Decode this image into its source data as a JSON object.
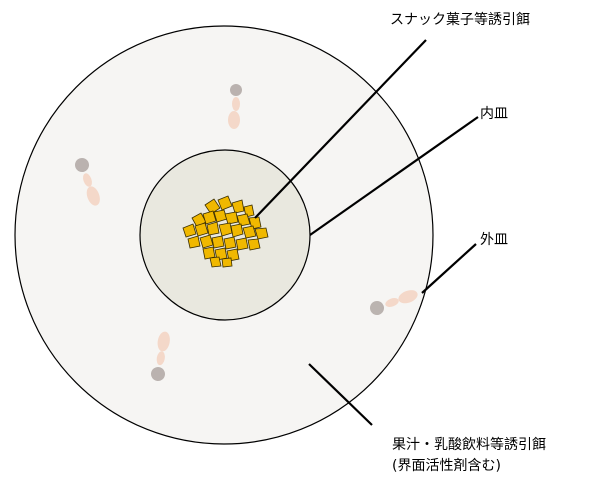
{
  "labels": {
    "snack_bait": "スナック菓子等誘引餌",
    "inner_dish": "内皿",
    "outer_dish": "外皿",
    "juice_bait": "果汁・乳酸飲料等誘引餌",
    "juice_bait_note": "(界面活性剤含む)"
  },
  "colors": {
    "outer_dish_fill": "#f6f5f3",
    "inner_dish_fill": "#e9e8df",
    "bait_granule": "#f0b800",
    "bait_outline": "#3a2e00",
    "ant_body": "#f4c2a8",
    "ant_head": "#8a7d78"
  }
}
